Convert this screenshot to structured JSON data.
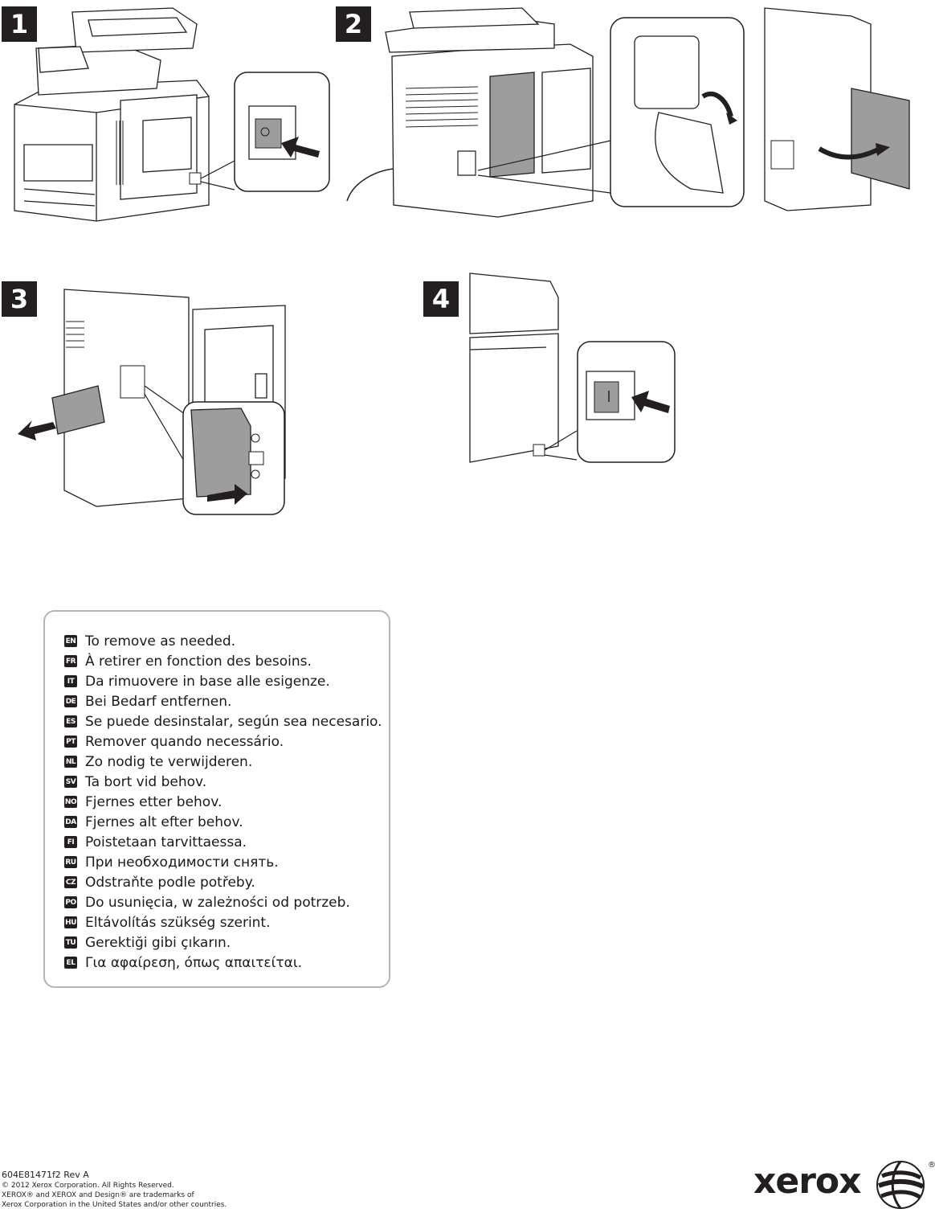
{
  "steps": [
    {
      "label": "1"
    },
    {
      "label": "2"
    },
    {
      "label": "3"
    },
    {
      "label": "4"
    }
  ],
  "instructions": [
    {
      "code": "EN",
      "text": "To remove as needed."
    },
    {
      "code": "FR",
      "text": "À retirer en fonction des besoins."
    },
    {
      "code": "IT",
      "text": "Da rimuovere in base alle esigenze."
    },
    {
      "code": "DE",
      "text": "Bei Bedarf entfernen."
    },
    {
      "code": "ES",
      "text": "Se puede desinstalar, según sea necesario."
    },
    {
      "code": "PT",
      "text": "Remover quando necessário."
    },
    {
      "code": "NL",
      "text": "Zo nodig te verwijderen."
    },
    {
      "code": "SV",
      "text": "Ta bort vid behov."
    },
    {
      "code": "NO",
      "text": "Fjernes etter behov."
    },
    {
      "code": "DA",
      "text": "Fjernes alt efter behov."
    },
    {
      "code": "FI",
      "text": "Poistetaan tarvittaessa."
    },
    {
      "code": "RU",
      "text": "При необходимости снять."
    },
    {
      "code": "CZ",
      "text": "Odstraňte podle potřeby."
    },
    {
      "code": "PO",
      "text": "Do usunięcia, w zależności od potrzeb."
    },
    {
      "code": "HU",
      "text": "Eltávolítás szükség szerint."
    },
    {
      "code": "TU",
      "text": "Gerektiği gibi çıkarın."
    },
    {
      "code": "EL",
      "text": "Για αφαίρεση, όπως απαιτείται."
    }
  ],
  "footer": {
    "doc_number": "604E81471f2 Rev A",
    "copyright": "© 2012 Xerox Corporation. All Rights Reserved.",
    "trademark_1": "XEROX® and XEROX and Design® are trademarks of",
    "trademark_2": "Xerox Corporation in the United States and/or other countries."
  },
  "brand": {
    "name": "xerox",
    "registered": "®"
  },
  "colors": {
    "badge": "#231f20",
    "box_border": "#b5b5b5",
    "panel_gray": "#9d9d9d"
  }
}
